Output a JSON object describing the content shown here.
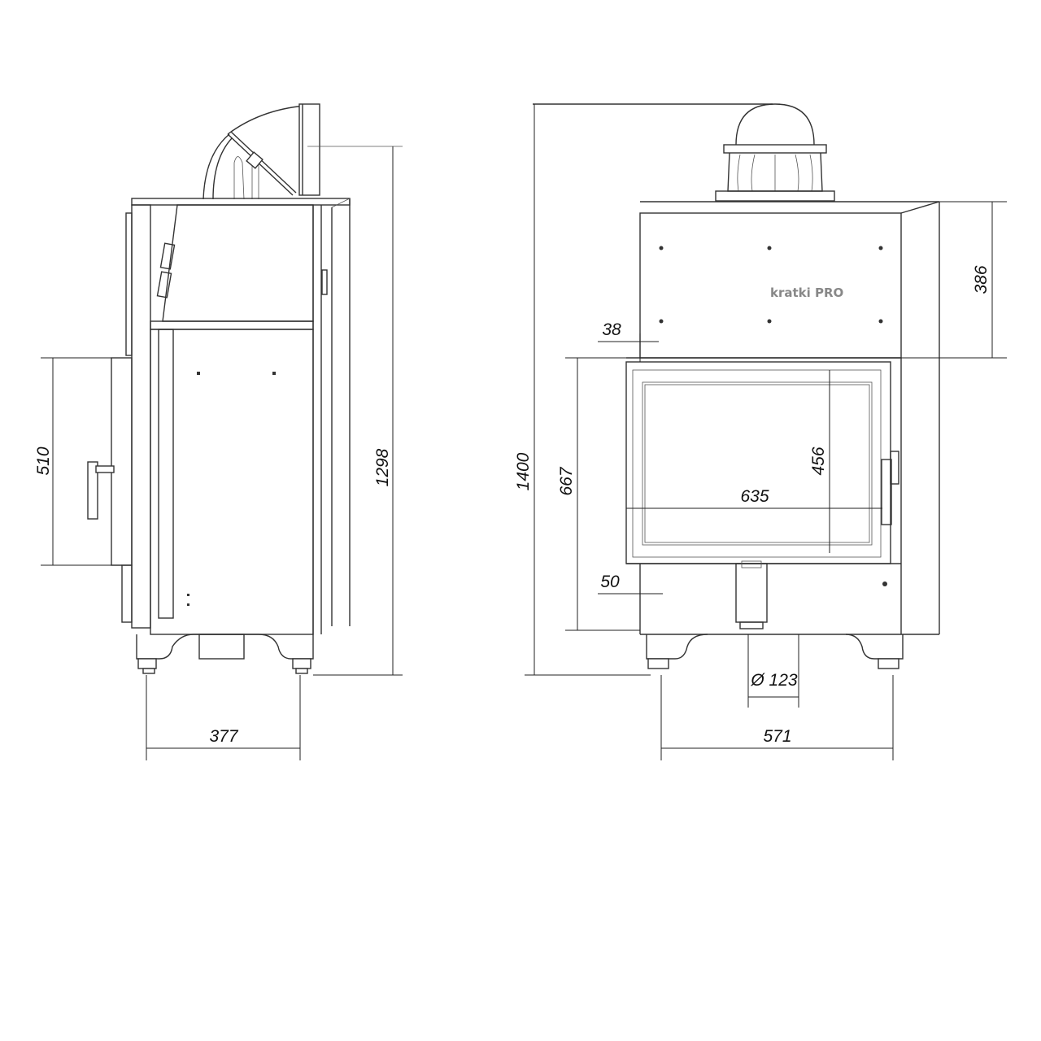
{
  "side_view": {
    "dimensions": {
      "depth": "377",
      "door_height": "510",
      "total_height": "1298"
    }
  },
  "front_view": {
    "logo_text": "kratki PRO",
    "dimensions": {
      "total_height": "1400",
      "top_panel_height": "386",
      "window_height": "456",
      "window_width": "635",
      "opening_height": "667",
      "top_offset": "38",
      "bottom_offset": "50",
      "flue_diameter": "Ø 123",
      "width": "571"
    }
  }
}
